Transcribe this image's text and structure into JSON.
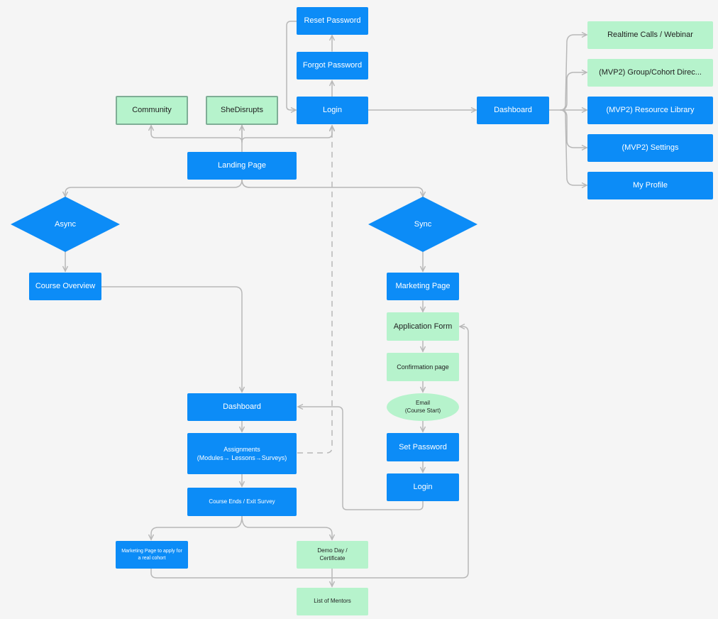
{
  "colors": {
    "background": "#f5f5f5",
    "action_blue": "#0c8cf7",
    "page_green": "#b6f3cc",
    "connector": "#b8b8b8"
  },
  "nodes": {
    "reset_password": "Reset Password",
    "forgot_password": "Forgot Password",
    "login_top": "Login",
    "community": "Community",
    "shedisrupts": "SheDisrupts",
    "landing_page": "Landing Page",
    "dashboard_main": "Dashboard",
    "realtime_calls": "Realtime Calls / Webinar",
    "group_directory": "(MVP2) Group/Cohort Direc...",
    "resource_library": "(MVP2) Resource Library",
    "settings": "(MVP2) Settings",
    "my_profile": "My Profile",
    "async": "Async",
    "sync": "Sync",
    "course_overview": "Course Overview",
    "marketing_page": "Marketing Page",
    "application_form": "Application Form",
    "confirmation_page": "Confirmation page",
    "email_course_start": "Email\n(Course Start)",
    "set_password": "Set Password",
    "login_sync": "Login",
    "dashboard_course": "Dashboard",
    "assignments": "Assignments\n(Modules→ Lessons→Surveys)",
    "course_ends": "Course Ends / Exit Survey",
    "marketing_apply": "Marketing Page to apply for\na real cohort",
    "demo_day": "Demo Day /\nCertificate",
    "list_of_mentors": "List of Mentors"
  }
}
